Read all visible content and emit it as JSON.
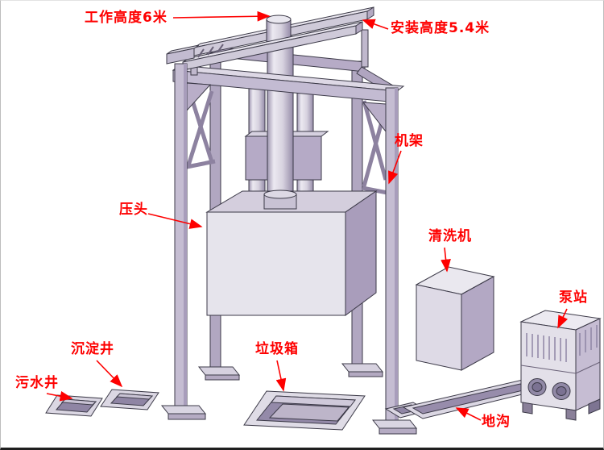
{
  "diagram": {
    "annotations": [
      {
        "id": "work-height",
        "label": "工作高度6米",
        "target": "machine-top-cylinder-cap"
      },
      {
        "id": "install-height",
        "label": "安装高度5.4米",
        "target": "top-rail-right-end"
      },
      {
        "id": "frame",
        "label": "机架",
        "target": "front-right-column"
      },
      {
        "id": "press-head",
        "label": "压头",
        "target": "press-head-box"
      },
      {
        "id": "washer",
        "label": "清洗机",
        "target": "washer-box"
      },
      {
        "id": "pump-station",
        "label": "泵站",
        "target": "pump-station-unit"
      },
      {
        "id": "sediment-well",
        "label": "沉淀井",
        "target": "sediment-well-pit"
      },
      {
        "id": "sewage-well",
        "label": "污水井",
        "target": "sewage-well-pit"
      },
      {
        "id": "garbage-bin",
        "label": "垃圾箱",
        "target": "garbage-pit"
      },
      {
        "id": "trench",
        "label": "地沟",
        "target": "trench-channel"
      }
    ],
    "colors": {
      "annotation_red": "#fe0000",
      "structure_lavender": "#b9aec8",
      "structure_light": "#e6e4ec",
      "structure_dark": "#a194b4",
      "outline": "#3c3a48",
      "background": "#ffffff"
    }
  }
}
